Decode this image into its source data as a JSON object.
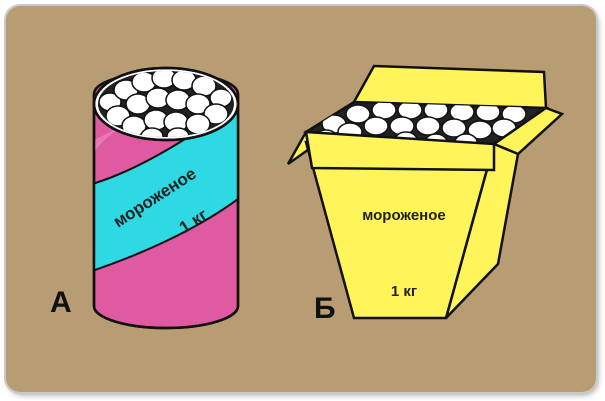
{
  "colors": {
    "background": "#b89c74",
    "cylinder_pink": "#df5aa0",
    "cylinder_cyan": "#2fd9e3",
    "box_yellow": "#fff45a",
    "outline": "#111111",
    "scoop": "#ffffff"
  },
  "items": {
    "a": {
      "marker": "А",
      "label_line1": "мороженое",
      "label_line2": "1 кг",
      "container": "cylinder"
    },
    "b": {
      "marker": "Б",
      "label_line1": "мороженое",
      "label_line2": "1 кг",
      "container": "box"
    }
  }
}
